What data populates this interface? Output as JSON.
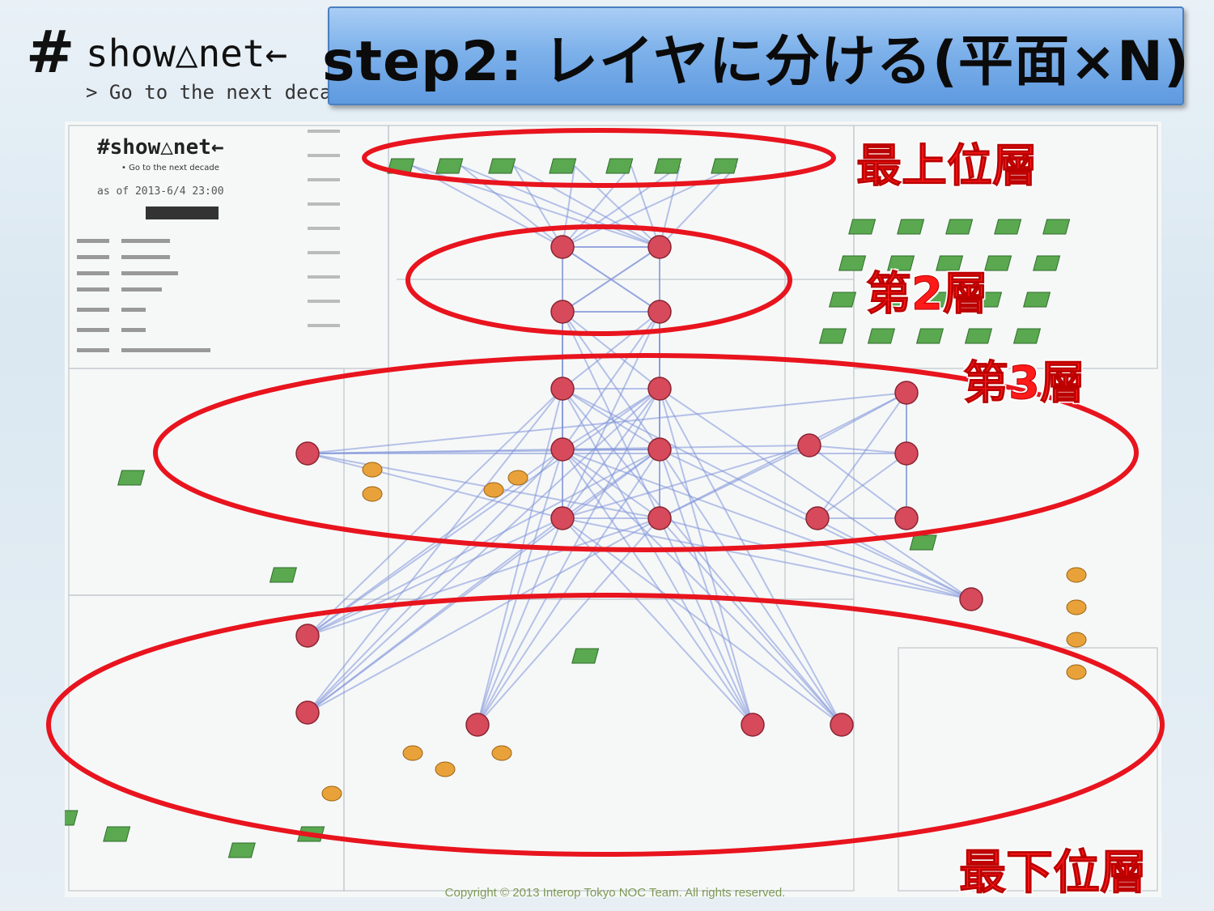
{
  "logo": {
    "hash": "#",
    "brand": "show△net←",
    "tagline": "> Go to the next decade"
  },
  "title": "step2: レイヤに分ける(平面×N)",
  "layers": {
    "top": "最上位層",
    "second": "第2層",
    "third": "第3層",
    "bottom": "最下位層"
  },
  "copyright": "Copyright © 2013 Interop Tokyo NOC Team. All rights reserved.",
  "colors": {
    "highlight": "#e8141e",
    "title_bg": "#7db1ea",
    "router": "#d64a5c",
    "switch": "#5aa84f",
    "server": "#e9a23a",
    "link": "#6f88d6"
  }
}
